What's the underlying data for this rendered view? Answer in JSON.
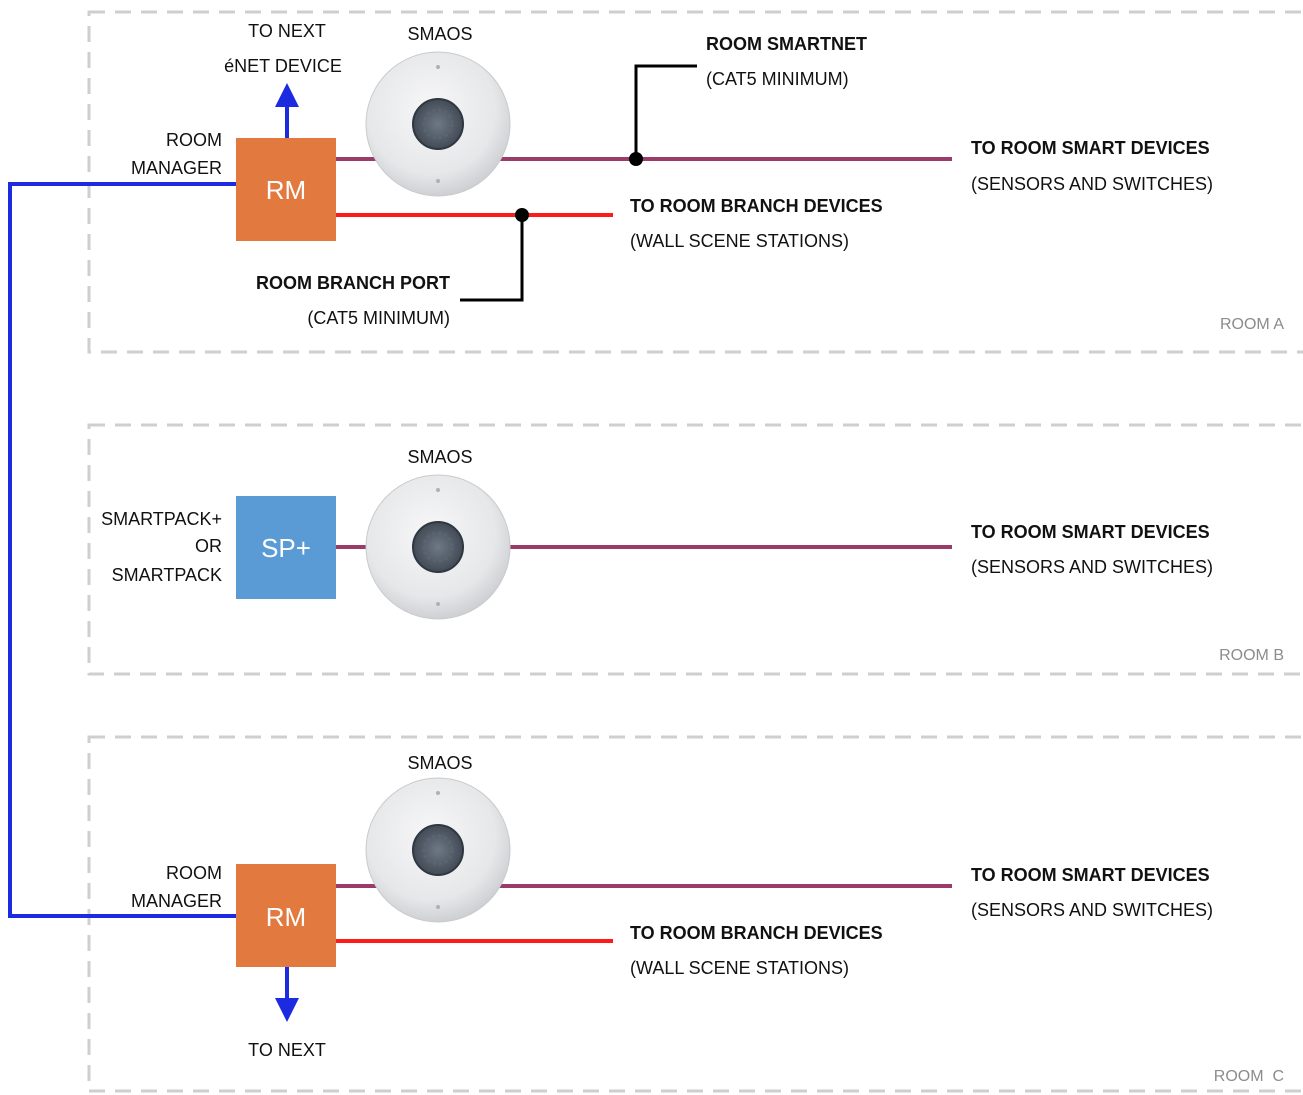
{
  "colors": {
    "room_border": "#cfcfcf",
    "smartnet": "#9a3b6a",
    "branch": "#ff1a1a",
    "enet": "#1d2be0",
    "leader": "#000000",
    "room_manager_box": "#e27a40",
    "smartpack_box": "#5b9bd5",
    "sensor_body": "#e9eaec",
    "sensor_lens": "#4e5864"
  },
  "rooms": {
    "a": {
      "label": "ROOM A",
      "sensor_label": "SMAOS",
      "device_box": "RM",
      "device_label_1": "ROOM",
      "device_label_2": "MANAGER",
      "uplink_label_1": "TO NEXT",
      "uplink_label_2": "éNET DEVICE",
      "smartnet_title": "ROOM SMARTNET",
      "smartnet_sub": "(CAT5 MINIMUM)",
      "smart_devices_title": "TO ROOM SMART DEVICES",
      "smart_devices_sub": "(SENSORS AND SWITCHES)",
      "branch_devices_title": "TO ROOM BRANCH DEVICES",
      "branch_devices_sub": "(WALL SCENE STATIONS)",
      "branch_port_title": "ROOM BRANCH PORT",
      "branch_port_sub": "(CAT5 MINIMUM)"
    },
    "b": {
      "label": "ROOM B",
      "sensor_label": "SMAOS",
      "device_box": "SP+",
      "device_label_1": "SMARTPACK+",
      "device_label_2": "OR",
      "device_label_3": "SMARTPACK",
      "smart_devices_title": "TO ROOM SMART DEVICES",
      "smart_devices_sub": "(SENSORS AND SWITCHES)"
    },
    "c": {
      "label": "ROOM  C",
      "sensor_label": "SMAOS",
      "device_box": "RM",
      "device_label_1": "ROOM",
      "device_label_2": "MANAGER",
      "downlink_label": "TO NEXT",
      "smart_devices_title": "TO ROOM SMART DEVICES",
      "smart_devices_sub": "(SENSORS AND SWITCHES)",
      "branch_devices_title": "TO ROOM BRANCH DEVICES",
      "branch_devices_sub": "(WALL SCENE STATIONS)"
    }
  }
}
